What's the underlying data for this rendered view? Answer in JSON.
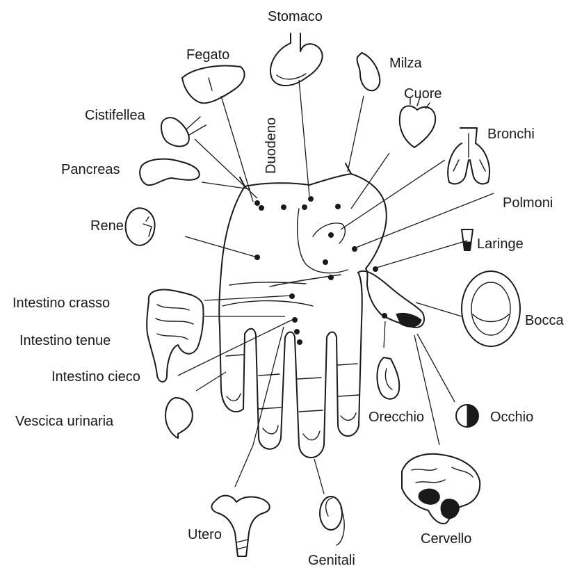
{
  "labels": {
    "stomaco": "Stomaco",
    "fegato": "Fegato",
    "milza": "Milza",
    "cuore": "Cuore",
    "duodeno": "Duodeno",
    "cistifellea": "Cistifellea",
    "bronchi": "Bronchi",
    "pancreas": "Pancreas",
    "polmoni": "Polmoni",
    "rene": "Rene",
    "laringe": "Laringe",
    "intestino_crasso": "Intestino crasso",
    "bocca": "Bocca",
    "intestino_tenue": "Intestino tenue",
    "intestino_cieco": "Intestino cieco",
    "vescica_urinaria": "Vescica urinaria",
    "orecchio": "Orecchio",
    "occhio": "Occhio",
    "utero": "Utero",
    "cervello": "Cervello",
    "genitali": "Genitali"
  },
  "colors": {
    "ink": "#1a1a1a",
    "background": "#ffffff"
  }
}
